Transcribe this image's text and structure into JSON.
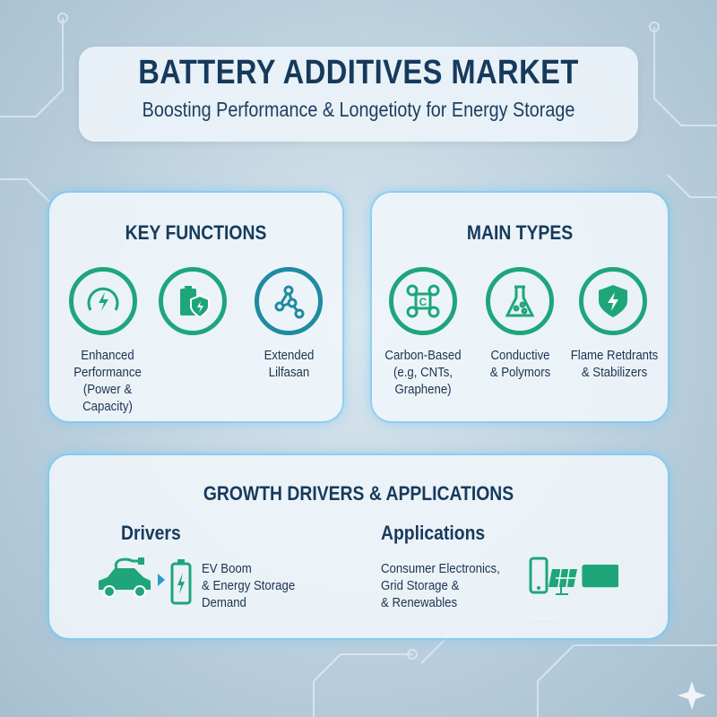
{
  "header": {
    "title": "BATTERY ADDITIVES MARKET",
    "subtitle": "Boosting Performance & Longetioty for Energy Storage"
  },
  "key_functions": {
    "heading": "KEY FUNCTIONS",
    "items": [
      {
        "icon": "speedometer-bolt-icon",
        "label": [
          "Enhanced",
          "Performance",
          "(Power & Capacity)"
        ]
      },
      {
        "icon": "battery-shield-icon",
        "label": []
      },
      {
        "icon": "molecule-icon",
        "label": [
          "Extended",
          "Lilfasan"
        ]
      }
    ]
  },
  "main_types": {
    "heading": "MAIN TYPES",
    "items": [
      {
        "icon": "carbon-molecule-icon",
        "label": [
          "Carbon-Based",
          "(e.g, CNTs,",
          "Graphene)"
        ]
      },
      {
        "icon": "flask-icon",
        "label": [
          "Conductive",
          "& Polymors"
        ]
      },
      {
        "icon": "shield-bolt-icon",
        "label": [
          "Flame Retdrants",
          "& Stabilizers"
        ]
      }
    ]
  },
  "growth": {
    "heading": "GROWTH DRIVERS & APPLICATIONS",
    "drivers": {
      "heading": "Drivers",
      "text": [
        "EV Boom",
        "& Energy Storage",
        "Demand"
      ]
    },
    "applications": {
      "heading": "Applications",
      "text": [
        "Consumer Electronics,",
        "Grid Storage &",
        "& Renewables"
      ]
    }
  },
  "colors": {
    "accent": "#1ea67a",
    "navy": "#173a5c",
    "glow": "#7fd0f5"
  }
}
